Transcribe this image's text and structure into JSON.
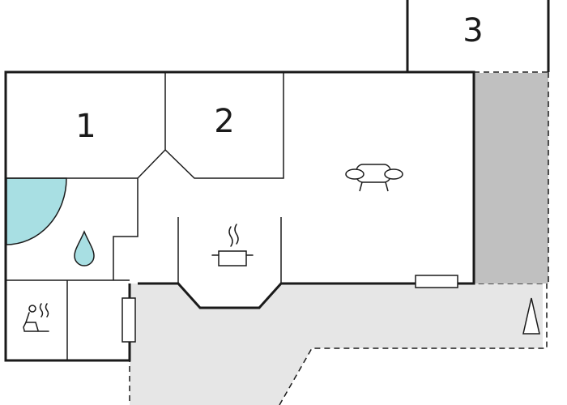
{
  "rooms": [
    {
      "label": "1"
    },
    {
      "label": "2"
    },
    {
      "label": "3"
    }
  ],
  "icons": {
    "bathtub": "bathtub-icon",
    "bathroom": "water-drop-icon",
    "sauna": "sauna-icon",
    "kitchen": "cooking-pot-icon",
    "living": "sofa-icon",
    "north": "north-arrow-icon"
  },
  "colors": {
    "wall": "#1a1a1a",
    "terrace_fill": "#e6e6e6",
    "shaded_area": "#c0c0c0",
    "water": "#a8dfe3",
    "background": "#ffffff"
  }
}
